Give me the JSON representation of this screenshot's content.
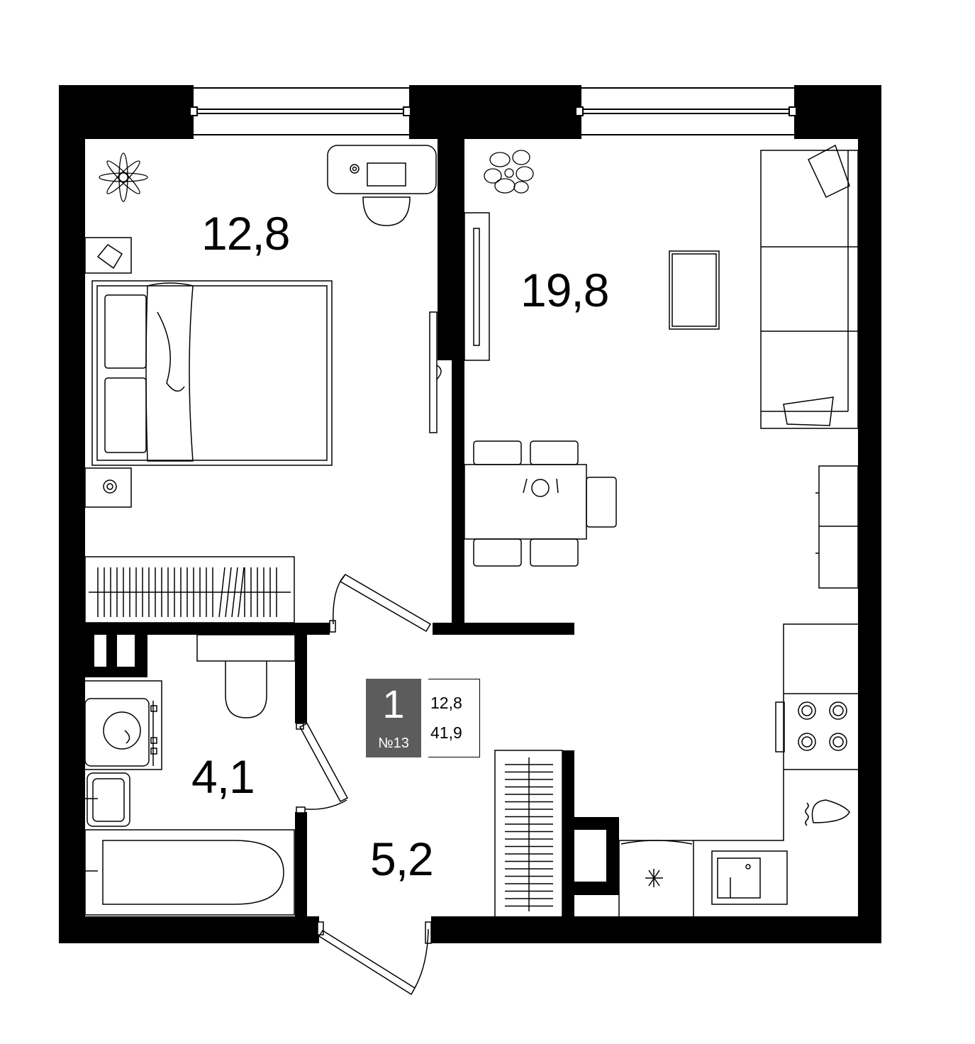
{
  "rooms": [
    {
      "id": "bedroom",
      "area": "12,8"
    },
    {
      "id": "living",
      "area": "19,8"
    },
    {
      "id": "bathroom",
      "area": "4,1"
    },
    {
      "id": "hall",
      "area": "5,2"
    }
  ],
  "info": {
    "room_count": "1",
    "apartment_number": "№13",
    "living_area": "12,8",
    "total_area": "41,9"
  },
  "colors": {
    "wall": "#000000",
    "line": "#000000",
    "badge": "#5c5c5c"
  }
}
